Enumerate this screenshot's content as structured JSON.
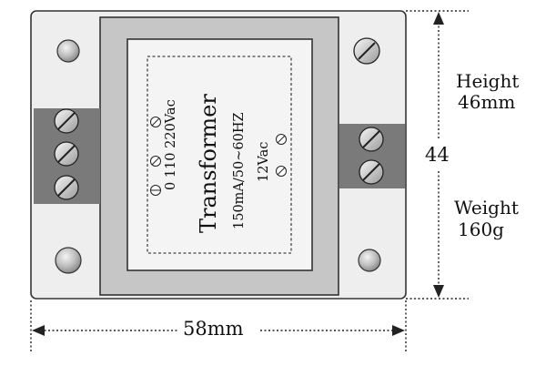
{
  "colors": {
    "board": "#eeeeee",
    "frame": "#c6c6c6",
    "terminal_block": "#7a7a7a",
    "outline": "#333333",
    "dimension_line": "#222222"
  },
  "transformer": {
    "title": "Transformer",
    "primary_label": "0  110  220Vac",
    "rating_label": "150mA/50~60HZ",
    "secondary_label": "12Vac"
  },
  "dimensions": {
    "width_label": "58mm",
    "depth_label": "44",
    "height_label": "Height",
    "height_value": "46mm",
    "weight_label": "Weight",
    "weight_value": "160g"
  },
  "icons": {
    "screw": "screw-terminal-icon",
    "hole": "mounting-hole-icon"
  }
}
